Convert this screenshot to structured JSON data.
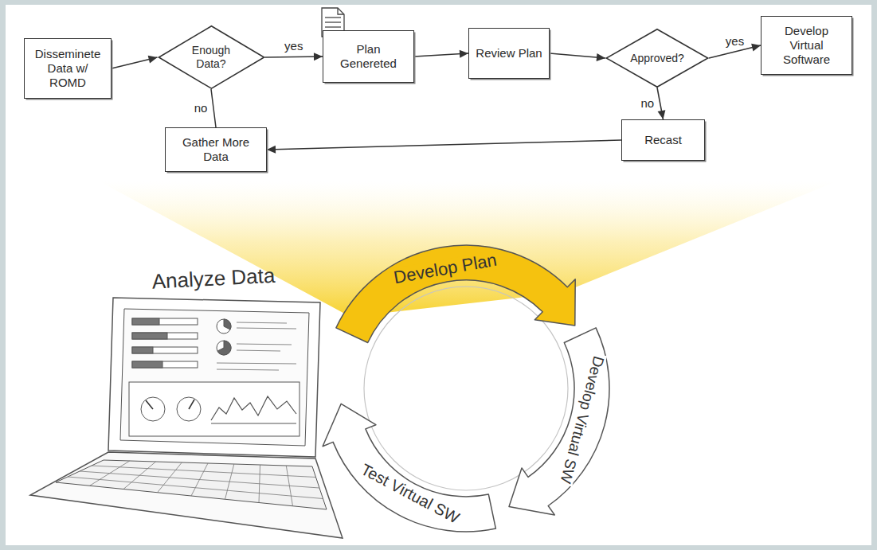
{
  "diagram": {
    "nodes": [
      {
        "text": [
          "Disseminete Data w/ ROMD"
        ]
      },
      {
        "text": [
          "Enough Data?"
        ]
      },
      {
        "text": [
          "Plan Genereted"
        ]
      },
      {
        "text": [
          "Review Plan"
        ]
      },
      {
        "text": [
          "Approved?"
        ]
      },
      {
        "text": [
          "Develop Virtual Software"
        ]
      },
      {
        "text": [
          "Recast"
        ]
      },
      {
        "text": [
          "Gather More Data"
        ]
      }
    ],
    "edges": [
      {
        "from": 0,
        "to": 1,
        "arrow": "to"
      },
      {
        "from": 1,
        "to": 2,
        "label": "yes",
        "arrow": "to"
      },
      {
        "from": 2,
        "to": 3,
        "arrow": "to"
      },
      {
        "from": 3,
        "to": 4,
        "arrow": "to"
      },
      {
        "from": 4,
        "to": 5,
        "label": "yes",
        "arrow": "to"
      },
      {
        "from": 4,
        "to": 6,
        "label": "no",
        "arrow": "to"
      },
      {
        "from": 6,
        "to": 7,
        "arrow": "to"
      },
      {
        "from": 1,
        "to": 7,
        "label": "no",
        "arrow": "none"
      }
    ],
    "labels": [
      "Analyze Data",
      "Develop Plan",
      "Develop Virtual SW",
      "Test Virtual SW"
    ]
  }
}
